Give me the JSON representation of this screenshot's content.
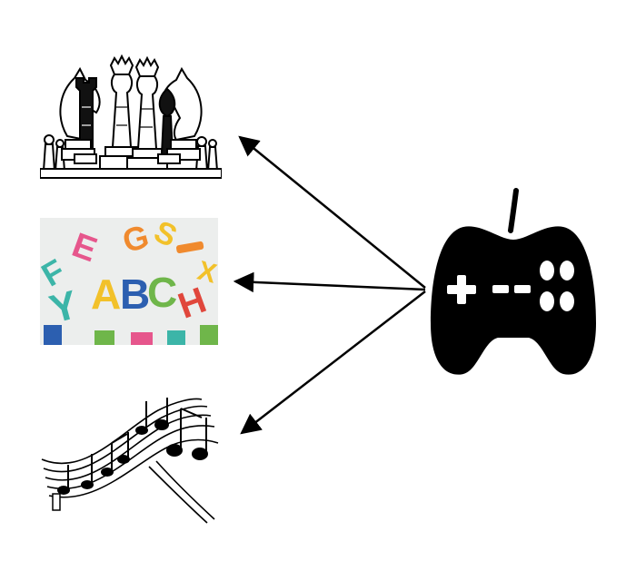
{
  "diagram": {
    "hub": {
      "icon": "gamepad-icon"
    },
    "targets": [
      {
        "icon": "chess-pieces-icon"
      },
      {
        "icon": "alphabet-letters-icon"
      },
      {
        "icon": "music-notes-icon"
      }
    ]
  },
  "alphabet_picture": {
    "letters": [
      "A",
      "B",
      "C",
      "E",
      "F",
      "G",
      "S",
      "Y",
      "H",
      "X"
    ],
    "colors": {
      "background": "#eceeed",
      "yellow": "#f2c12a",
      "blue": "#2c5fb0",
      "green": "#6fb64a",
      "orange": "#f08a2e",
      "teal": "#3cb5a8",
      "pink": "#e6568c",
      "red": "#e0473c"
    }
  },
  "colors": {
    "ink": "#000000",
    "background": "#ffffff"
  }
}
